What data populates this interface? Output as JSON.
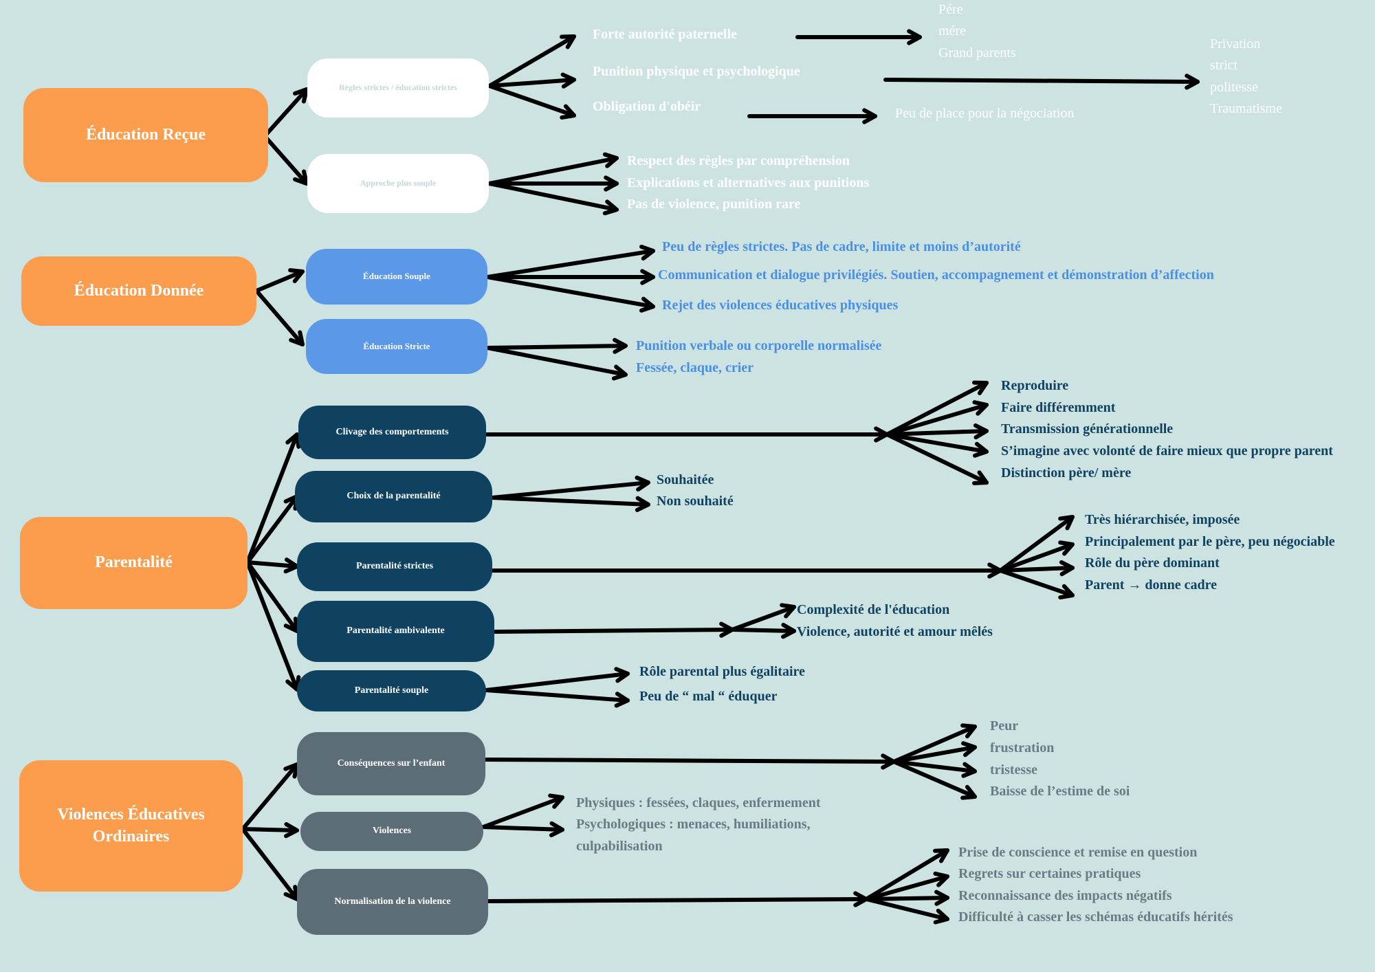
{
  "sections": {
    "education_recue": {
      "title": "Éducation Reçue",
      "branches": {
        "regles_strictes": {
          "label": "Règles strictes / éducation strictes",
          "items": [
            "Forte autorité paternelle",
            "Punition physique et psychologique",
            "Obligation d'obéir"
          ],
          "autorite_detail": [
            "Pére",
            "mére",
            "Grand parents"
          ],
          "punition_detail": [
            "Privation",
            "strict",
            "politesse",
            "Traumatisme"
          ],
          "obeir_detail": "Peu de place pour la négociation"
        },
        "approche_souple": {
          "label": "Approche plus souple",
          "items": [
            "Respect des règles par compréhension",
            "Explications et alternatives aux punitions",
            "Pas de violence, punition rare"
          ]
        }
      }
    },
    "education_donnee": {
      "title": "Éducation Donnée",
      "branches": {
        "souple": {
          "label": "Éducation Souple",
          "items": [
            "Peu de règles strictes. Pas de cadre, limite et moins d’autorité",
            "Communication et dialogue privilégiés. Soutien, accompagnement et démonstration d’affection",
            "Rejet des violences éducatives physiques"
          ]
        },
        "stricte": {
          "label": "Éducation Stricte",
          "items": [
            "Punition verbale ou corporelle normalisée",
            "Fessée, claque, crier"
          ]
        }
      }
    },
    "parentalite": {
      "title": "Parentalité",
      "branches": {
        "clivage": {
          "label": "Clivage des comportements",
          "items": [
            "Reproduire",
            "Faire différemment",
            "Transmission générationnelle",
            "S’imagine avec volonté de faire mieux que propre parent",
            "Distinction père/ mère"
          ]
        },
        "choix": {
          "label": "Choix de la parentalité",
          "items": [
            "Souhaitée",
            "Non souhaité"
          ]
        },
        "strictes": {
          "label": "Parentalité strictes",
          "items": [
            "Très hiérarchisée, imposée",
            "Principalement par le père, peu négociable",
            "Rôle du père dominant",
            "Parent → donne cadre"
          ]
        },
        "ambivalente": {
          "label": "Parentalité ambivalente",
          "items": [
            "Complexité de l'éducation",
            "Violence, autorité et amour mêlés"
          ]
        },
        "souple": {
          "label": "Parentalité souple",
          "items": [
            "Rôle parental plus égalitaire",
            "Peu de “ mal “ éduquer"
          ]
        }
      }
    },
    "violences": {
      "title": "Violences Éducatives Ordinaires",
      "branches": {
        "consequences": {
          "label": "Conséquences sur l’enfant",
          "items": [
            "Peur",
            "frustration",
            "tristesse",
            "Baisse de l’estime de soi"
          ]
        },
        "violences": {
          "label": "Violences",
          "items": [
            "Physiques : fessées, claques, enfermement",
            "Psychologiques : menaces, humiliations,",
            "culpabilisation"
          ]
        },
        "normalisation": {
          "label": "Normalisation de la violence",
          "items": [
            "Prise de conscience et remise en question",
            "Regrets sur certaines pratiques",
            "Reconnaissance des impacts négatifs",
            "Difficulté à casser les schémas éducatifs hérités"
          ]
        }
      }
    }
  },
  "colors": {
    "background": "#cce3e2",
    "main_box": "#fc9c4d",
    "recue_sub": "#ffffff",
    "donnee_sub": "#5b98e8",
    "parentalite_sub": "#0f4261",
    "violences_sub": "#5c6d78",
    "arrow": "#000000"
  }
}
